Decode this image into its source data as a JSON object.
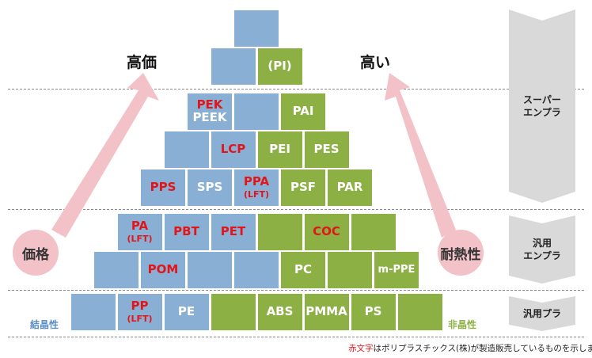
{
  "rows": [
    [
      {
        "color": "blue"
      }
    ],
    [
      {
        "color": "blue"
      },
      {
        "color": "green",
        "label": "(PI)"
      }
    ],
    [
      {
        "color": "blue",
        "label": "PEK",
        "label2": "PEEK",
        "red": true,
        "secondWhite": true
      },
      {
        "color": "blue"
      },
      {
        "color": "green",
        "label": "PAI"
      }
    ],
    [
      {
        "color": "blue"
      },
      {
        "color": "blue",
        "label": "LCP",
        "red": true
      },
      {
        "color": "green",
        "label": "PEI"
      },
      {
        "color": "green",
        "label": "PES"
      }
    ],
    [
      {
        "color": "blue",
        "label": "PPS",
        "red": true
      },
      {
        "color": "blue",
        "label": "SPS"
      },
      {
        "color": "blue",
        "label": "PPA",
        "sub": "(LFT)",
        "red": true
      },
      {
        "color": "green",
        "label": "PSF"
      },
      {
        "color": "green",
        "label": "PAR"
      }
    ],
    [
      {
        "color": "blue",
        "label": "PA",
        "sub": "(LFT)",
        "red": true
      },
      {
        "color": "blue",
        "label": "PBT",
        "red": true
      },
      {
        "color": "blue",
        "label": "PET",
        "red": true
      },
      {
        "color": "green"
      },
      {
        "color": "green",
        "label": "COC",
        "red": true
      },
      {
        "color": "green"
      }
    ],
    [
      {
        "color": "blue"
      },
      {
        "color": "blue",
        "label": "POM",
        "red": true
      },
      {
        "color": "blue"
      },
      {
        "color": "blue"
      },
      {
        "color": "green",
        "label": "PC"
      },
      {
        "color": "green"
      },
      {
        "color": "green",
        "label": "m-PPE"
      }
    ],
    [
      {
        "color": "blue"
      },
      {
        "color": "blue",
        "label": "PP",
        "sub": "(LFT)",
        "red": true
      },
      {
        "color": "blue",
        "label": "PE"
      },
      {
        "color": "green"
      },
      {
        "color": "green",
        "label": "ABS"
      },
      {
        "color": "green",
        "label": "PMMA"
      },
      {
        "color": "green",
        "label": "PS"
      },
      {
        "color": "green"
      }
    ]
  ],
  "labels": {
    "price_high": "高価",
    "heat_high": "高い",
    "price": "価格",
    "heat": "耐熱性",
    "crystalline": "結晶性",
    "amorphous": "非晶性"
  },
  "categories": {
    "super_line1": "スーパー",
    "super_line2": "エンプラ",
    "general_eng_line1": "汎用",
    "general_eng_line2": "エンプラ",
    "general_plastic": "汎用プラ"
  },
  "note": {
    "red_part": "赤文字",
    "rest": "はポリプラスチックス(株)が製造販売しているものを示します"
  },
  "colors": {
    "blue": "#8aafd4",
    "green": "#8db045",
    "red_text": "#e0161b",
    "arrow_pink": "#f2c2c8",
    "chevron_gray": "#d9d9d9"
  }
}
